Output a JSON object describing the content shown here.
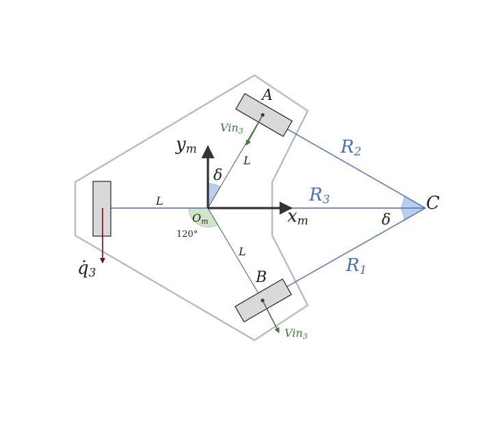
{
  "labels": {
    "point_a": "A",
    "point_b": "B",
    "point_c": "C",
    "y_axis": "y",
    "y_axis_sub": "m",
    "x_axis": "x",
    "x_axis_sub": "m",
    "origin": "O",
    "origin_sub": "m",
    "angle_120": "120°",
    "delta_top": "δ",
    "delta_right": "δ",
    "length_left": "L",
    "length_upper": "L",
    "length_lower": "L",
    "r1": "R",
    "r1_sub": "1",
    "r2": "R",
    "r2_sub": "2",
    "r3": "R",
    "r3_sub": "3",
    "vin_top": "Vin",
    "vin_top_sub": "3",
    "vin_bottom": "Vin",
    "vin_bottom_sub": "3",
    "q3_dot": "q̇",
    "q3_sub": "3"
  },
  "colors": {
    "blue": "#4a6fb5",
    "green": "#3a7a3a",
    "red": "#8b0000",
    "frame": "#bdbdbd",
    "axis": "#333333",
    "wheel_fill": "#d9d9d9",
    "arc_blue": "#b9cdef",
    "arc_green": "#cfe6c8"
  }
}
